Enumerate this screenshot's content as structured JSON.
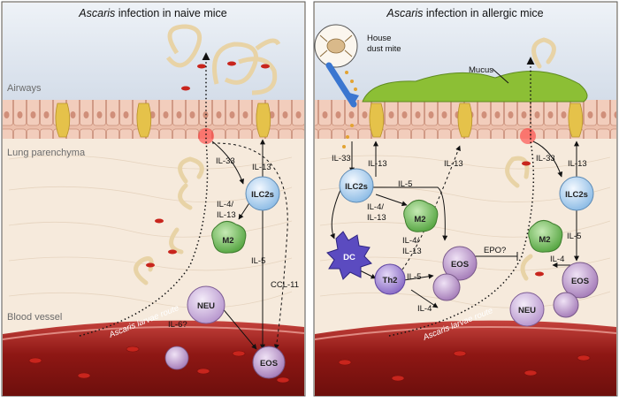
{
  "panels": {
    "left": {
      "title_italic": "Ascaris",
      "title_rest": " infection in naive mice",
      "zones": {
        "airways": "Airways",
        "parenchyma": "Lung parenchyma",
        "vessel": "Blood vessel"
      },
      "cells": {
        "ilc2s": "ILC2s",
        "m2": "M2",
        "neu": "NEU",
        "eos": "EOS"
      },
      "labels": {
        "il33": "IL-33",
        "il13": "IL-13",
        "il4": "IL-4/",
        "il4b": "IL-13",
        "il5": "IL-5",
        "ccl11": "CCL-11",
        "il6": "IL-6?"
      },
      "route": "Ascaris larvae route"
    },
    "right": {
      "title_italic": "Ascaris",
      "title_rest": " infection in allergic mice",
      "labels": {
        "house_dust_mite": [
          "House",
          "dust mite"
        ],
        "mucus": "Mucus",
        "il33": "IL-33",
        "il13": "IL-13",
        "il13_mid": "IL-13",
        "il5": "IL-5",
        "il4": "IL-4/",
        "il4b": "IL-13",
        "il4_th2": "IL-4/",
        "il4_th2b": "IL-13",
        "il5_th2": "IL-5",
        "il4_bottom": "IL-4",
        "epo": "EPO?",
        "il33_r": "IL-33",
        "il13_r": "IL-13",
        "il5_r": "IL-5",
        "il4_r": "IL-4"
      },
      "cells": {
        "ilc2s": "ILC2s",
        "m2": "M2",
        "dc": "DC",
        "th2": "Th2",
        "eos": "EOS",
        "neu": "NEU",
        "m2_r": "M2",
        "ilc2s_r": "ILC2s",
        "eos_r": "EOS"
      },
      "route": "Ascaris larvae route"
    }
  },
  "colors": {
    "airway": "#dfe6ef",
    "epithelium": "#e7b39f",
    "parenchyma": "#f6eadc",
    "vessel": "#a0201c",
    "ilc2": "#bcd9f1",
    "m2": "#80c56a",
    "eos": "#bd98cb",
    "neu": "#d3bbe1",
    "dc": "#5b4bc0",
    "th2": "#a488d4",
    "mucus": "#8cbf35",
    "worm": "#e6ce9c"
  }
}
